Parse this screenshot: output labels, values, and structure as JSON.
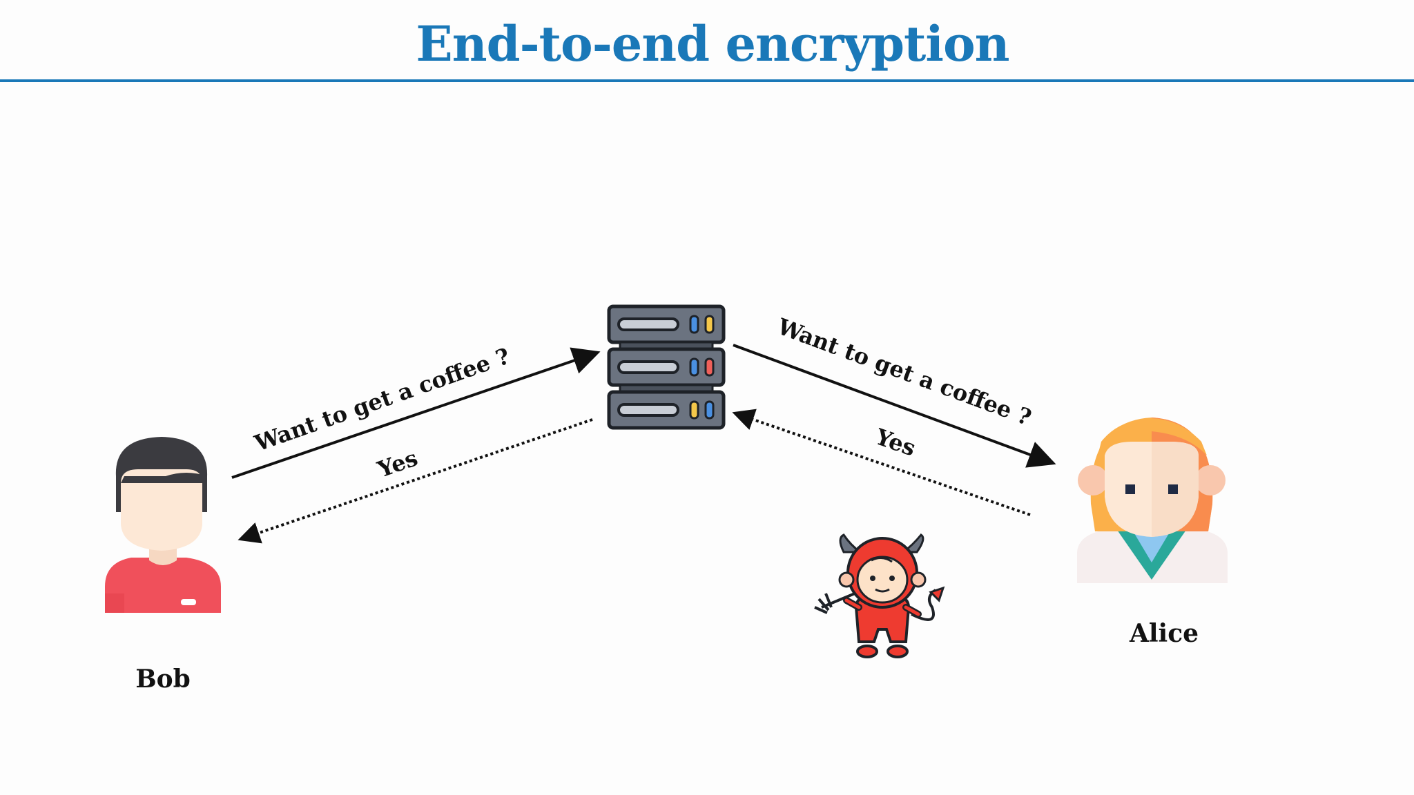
{
  "title": "End-to-end encryption",
  "colors": {
    "accent": "#1a78b8"
  },
  "actors": {
    "sender": {
      "name": "Bob",
      "icon": "male-avatar-icon"
    },
    "receiver": {
      "name": "Alice",
      "icon": "female-avatar-icon"
    },
    "server": {
      "icon": "server-stack-icon"
    },
    "attacker": {
      "icon": "devil-icon"
    }
  },
  "messages": {
    "bob_to_server": "Want to get a coffee ?",
    "server_to_alice": "Want to get a coffee ?",
    "alice_to_server": "Yes",
    "server_to_bob": "Yes"
  }
}
